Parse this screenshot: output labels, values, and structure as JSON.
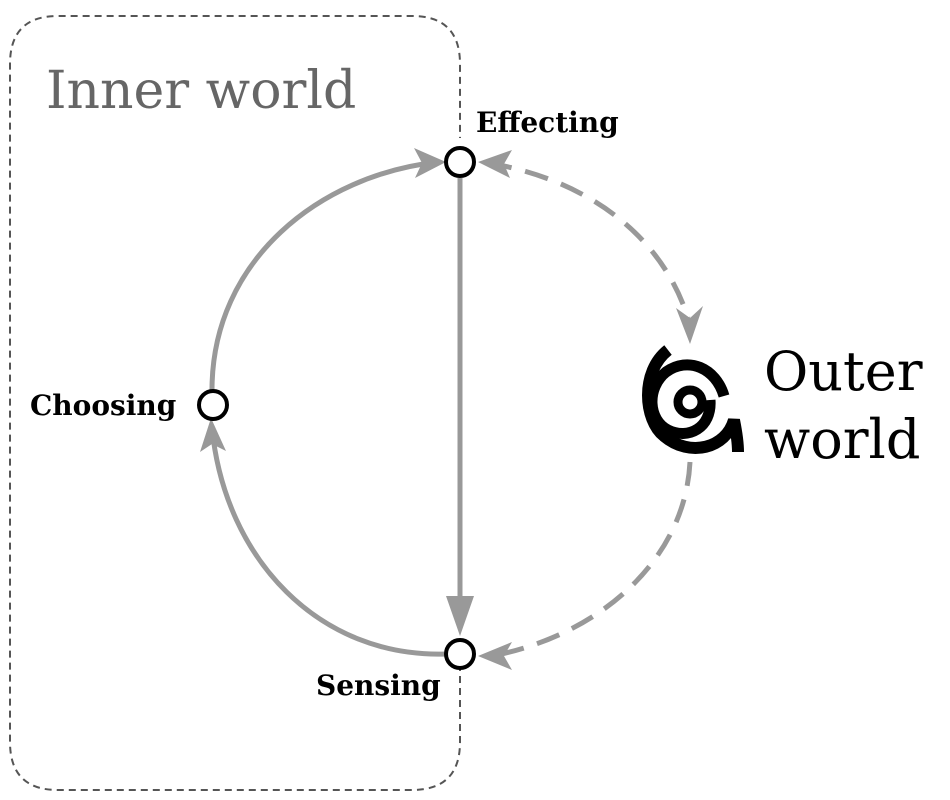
{
  "diagram": {
    "inner_world_label": "Inner world",
    "outer_world_label_line1": "Outer",
    "outer_world_label_line2": "world",
    "nodes": {
      "effecting": "Effecting",
      "choosing": "Choosing",
      "sensing": "Sensing"
    },
    "icons": {
      "outer_world": "spiral-icon"
    },
    "colors": {
      "arrow": "#999999",
      "boundary": "#555555",
      "inner_label": "#666666",
      "node_stroke": "#000000",
      "text": "#000000"
    }
  }
}
